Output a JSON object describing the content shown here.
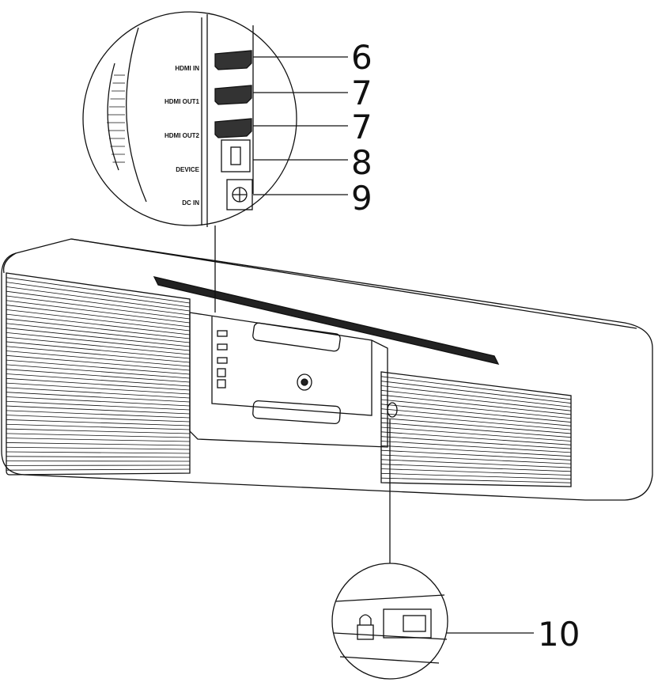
{
  "diagram": {
    "ports": [
      {
        "label": "HDMI IN",
        "callout": "6"
      },
      {
        "label": "HDMI OUT1",
        "callout": "7"
      },
      {
        "label": "HDMI OUT2",
        "callout": "7"
      },
      {
        "label": "DEVICE",
        "callout": "8"
      },
      {
        "label": "DC IN",
        "callout": "9"
      }
    ],
    "lock_callout": "10",
    "line_color": "#111111"
  }
}
